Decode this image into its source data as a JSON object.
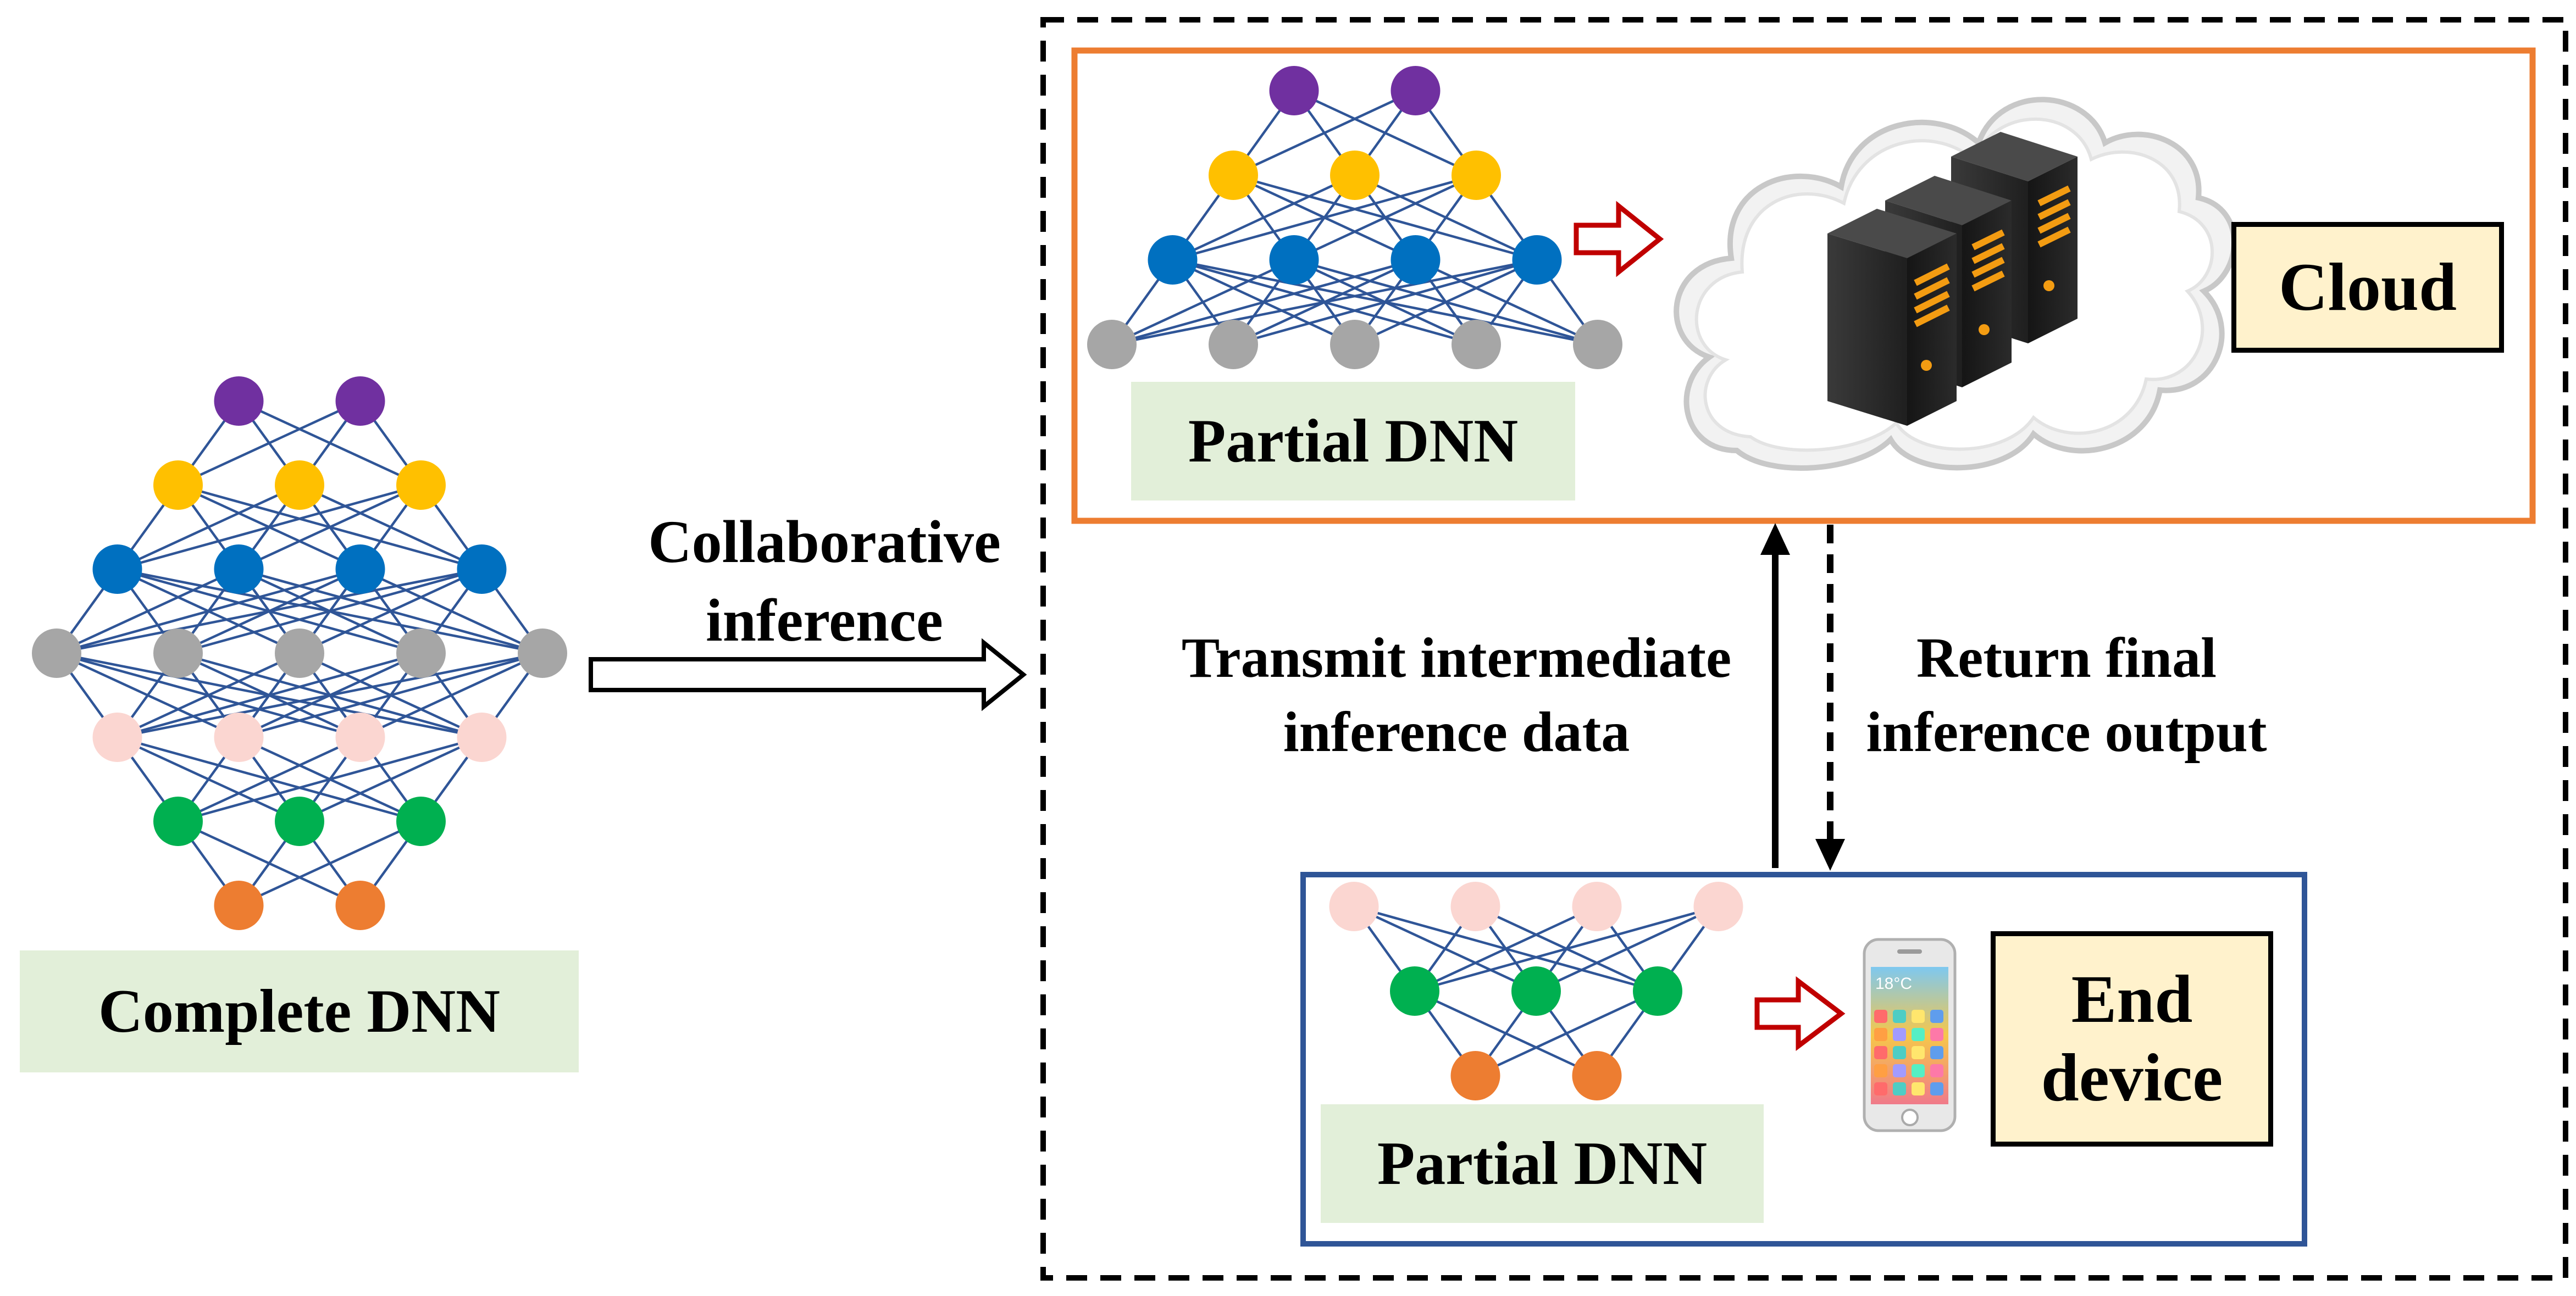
{
  "labels": {
    "complete_dnn": "Complete DNN",
    "collaborative_inference": [
      "Collaborative",
      "inference"
    ],
    "partial_dnn_cloud": "Partial DNN",
    "cloud": "Cloud",
    "transmit": [
      "Transmit intermediate",
      "inference data"
    ],
    "return_output": [
      "Return final",
      "inference output"
    ],
    "partial_dnn_device": "Partial DNN",
    "end_device": [
      "End",
      "device"
    ],
    "phone_time": "18°C"
  },
  "colors": {
    "purple": "#7030a0",
    "yellow": "#ffc000",
    "blue": "#0070c0",
    "gray": "#a6a6a6",
    "pink": "#fbd6d1",
    "green": "#00b050",
    "orange": "#ed7d31",
    "edge": "#2f5597",
    "cloud_frame": "#ed7d31",
    "device_frame": "#2f5597",
    "arrow_red": "#c00000",
    "label_green": "#e2efd9",
    "label_yellow": "#fff2cc"
  },
  "networks": {
    "complete": [
      "purple:2",
      "yellow:3",
      "blue:4",
      "gray:5",
      "pink:4",
      "green:3",
      "orange:2"
    ],
    "cloud_partial": [
      "purple:2",
      "yellow:3",
      "blue:4",
      "gray:5"
    ],
    "device_partial": [
      "pink:4",
      "green:3",
      "orange:2"
    ]
  },
  "icons": {
    "cloud": "cloud-icon",
    "servers": "server-rack-icon",
    "phone": "smartphone-icon"
  }
}
